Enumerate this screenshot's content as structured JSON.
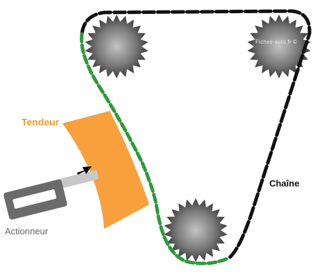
{
  "labels": {
    "tensioner": "Tendeur",
    "actuator": "Actionneur",
    "chain": "Chaîne",
    "watermark": "Fiches-auto.fr ©"
  },
  "colors": {
    "chain_slack": "#111111",
    "chain_tensioned": "#2d9a3a",
    "tensioner": "#f7a03c",
    "tensioner_label": "#f3992f",
    "actuator_body": "#6b6b6b",
    "actuator_rod": "#c8c8c8",
    "gear_light": "#c4c4c4",
    "gear_dark": "#3b3b3b",
    "arrow": "#000000",
    "actuator_label": "#666666",
    "background": "#ffffff"
  },
  "icons": {
    "gear": "sprocket-icon",
    "arrow": "push-arrow-icon"
  }
}
